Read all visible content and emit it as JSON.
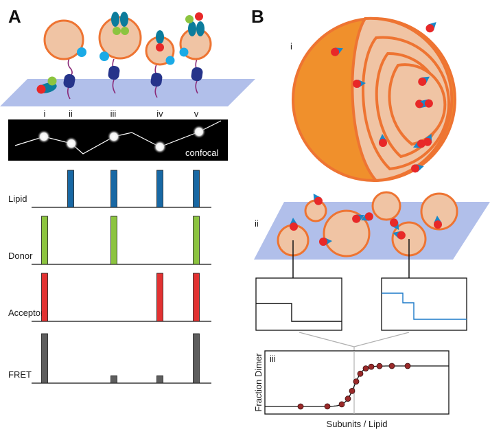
{
  "panels": {
    "a": "A",
    "b": "B"
  },
  "panel_a": {
    "species": [
      "i",
      "ii",
      "iii",
      "iv",
      "v"
    ],
    "confocal_label": "confocal",
    "traces": [
      {
        "name": "Lipid",
        "color": "#1868a4",
        "bars": [
          0,
          1,
          1,
          1,
          1
        ]
      },
      {
        "name": "Donor",
        "color": "#8cc43f",
        "bars": [
          1,
          0,
          1,
          0,
          1
        ]
      },
      {
        "name": "Acceptor",
        "color": "#e23232",
        "bars": [
          1,
          0,
          0,
          1,
          1
        ]
      },
      {
        "name": "FRET",
        "color": "#5e5e5e",
        "bars": [
          1,
          0,
          0.15,
          0.15,
          1
        ]
      }
    ]
  },
  "panel_b": {
    "labels": {
      "i": "i",
      "ii": "ii",
      "iii": "iii"
    },
    "xlabel": "Subunits / Lipid",
    "ylabel": "Fraction Dimer"
  },
  "colors": {
    "vesicle_fill": "#f0c4a4",
    "vesicle_edge": "#ee7432",
    "vesicle_outer": "#f0902c",
    "bilayer": "#a8b8e8",
    "dye_red": "#e82828",
    "dye_cyan": "#1aaae6",
    "protein_teal": "#0c7c9c"
  }
}
